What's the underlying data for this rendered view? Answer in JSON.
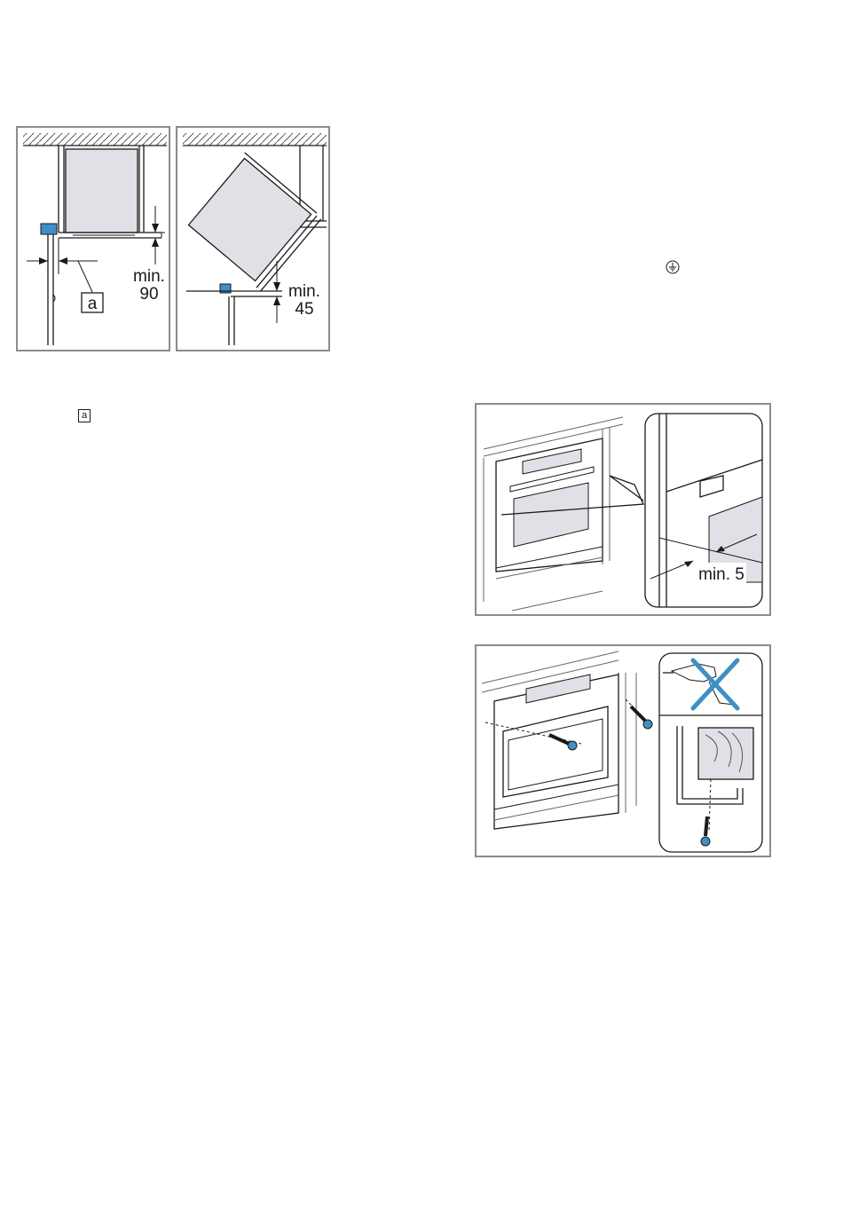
{
  "figures": {
    "fig1": {
      "callout": "a",
      "dim_label_1": "min.",
      "dim_value_1": "90"
    },
    "fig2": {
      "dim_label_1": "min.",
      "dim_value_1": "45"
    },
    "fig3": {
      "dim_text": "min. 5"
    },
    "fig4": {}
  },
  "text": {
    "callout_ref": "a"
  },
  "colors": {
    "frame": "#8c8c8c",
    "panel": "#dfe1e6",
    "accent": "#3f8fc4",
    "line": "#1a1a1a"
  }
}
